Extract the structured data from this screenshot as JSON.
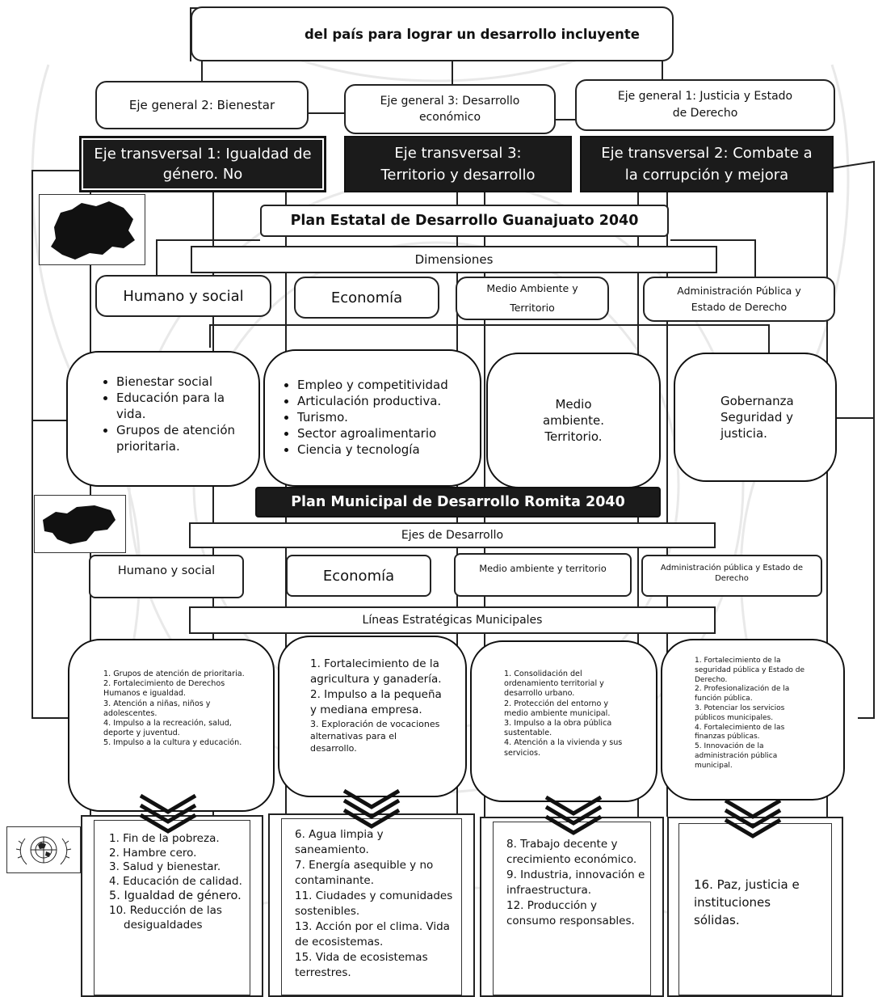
{
  "header": {
    "title": "del país para lograr un desarrollo incluyente"
  },
  "national_axes": {
    "general": [
      {
        "label": "Eje general 2: Bienestar"
      },
      {
        "label": "Eje general 3: Desarrollo económico"
      },
      {
        "label": "Eje general 1: Justicia y Estado de Derecho"
      }
    ],
    "transversal": [
      {
        "label": "Eje transversal 1: Igualdad de género. No"
      },
      {
        "label": "Eje transversal 3: Territorio y desarrollo"
      },
      {
        "label": "Eje transversal 2: Combate a la corrupción y mejora"
      }
    ]
  },
  "state_plan": {
    "title": "Plan Estatal de Desarrollo Guanajuato 2040",
    "dimensions_label": "Dimensiones",
    "dimensions": [
      "Humano y social",
      "Economía",
      "Medio Ambiente y Territorio",
      "Administración Pública y Estado de Derecho"
    ],
    "topics": [
      [
        "Bienestar social",
        "Educación para la vida.",
        "Grupos de atención prioritaria."
      ],
      [
        "Empleo y competitividad",
        "Articulación productiva.",
        "Turismo.",
        "Sector agroalimentario",
        "Ciencia y tecnología"
      ],
      [
        "Medio ambiente. Territorio."
      ],
      [
        "Gobernanza Seguridad y justicia."
      ]
    ]
  },
  "municipal_plan": {
    "title": "Plan Municipal de Desarrollo Romita 2040",
    "axes_label": "Ejes de Desarrollo",
    "axes": [
      "Humano y social",
      "Economía",
      "Medio ambiente y territorio",
      "Administración pública y Estado de Derecho"
    ],
    "lines_label": "Líneas Estratégicas Municipales",
    "lines": [
      [
        "1. Grupos de atención de prioritaria.",
        "2. Fortalecimiento de Derechos Humanos e igualdad.",
        "3. Atención a niñas, niños y adolescentes.",
        "4. Impulso a la recreación, salud, deporte y juventud.",
        "5. Impulso a la cultura y educación."
      ],
      [
        "1. Fortalecimiento de la agricultura y ganadería.",
        "2. Impulso a la pequeña y mediana empresa.",
        "3. Exploración de vocaciones alternativas para el desarrollo."
      ],
      [
        "1. Consolidación del ordenamiento territorial y desarrollo urbano.",
        "2. Protección del entorno y medio ambiente municipal.",
        "3. Impulso a la obra pública sustentable.",
        "4. Atención a la vivienda y sus servicios."
      ],
      [
        "1. Fortalecimiento de la seguridad pública y Estado de Derecho.",
        "2. Profesionalización de la función pública.",
        "3. Potenciar los servicios públicos municipales.",
        "4. Fortalecimiento de las finanzas públicas.",
        "5. Innovación de la administración pública municipal."
      ]
    ]
  },
  "sdgs": [
    [
      "1. Fin de la pobreza.",
      "2. Hambre cero.",
      "3. Salud y bienestar.",
      "4. Educación de calidad.",
      "5. Igualdad de género.",
      "10. Reducción de las desigualdades"
    ],
    [
      "6. Agua limpia y saneamiento.",
      "7. Energía asequible y no contaminante.",
      "11. Ciudades y comunidades sostenibles.",
      "13. Acción por el clima. Vida de ecosistemas.",
      "15. Vida de ecosistemas terrestres."
    ],
    [
      "8. Trabajo decente y crecimiento económico.",
      "9. Industria, innovación e infraestructura.",
      "12. Producción y consumo responsables."
    ],
    [
      "16. Paz, justicia e instituciones sólidas."
    ]
  ],
  "icons": [
    "guanajuato-map-icon",
    "romita-map-icon",
    "un-emblem-icon",
    "chevron-down-icon"
  ]
}
